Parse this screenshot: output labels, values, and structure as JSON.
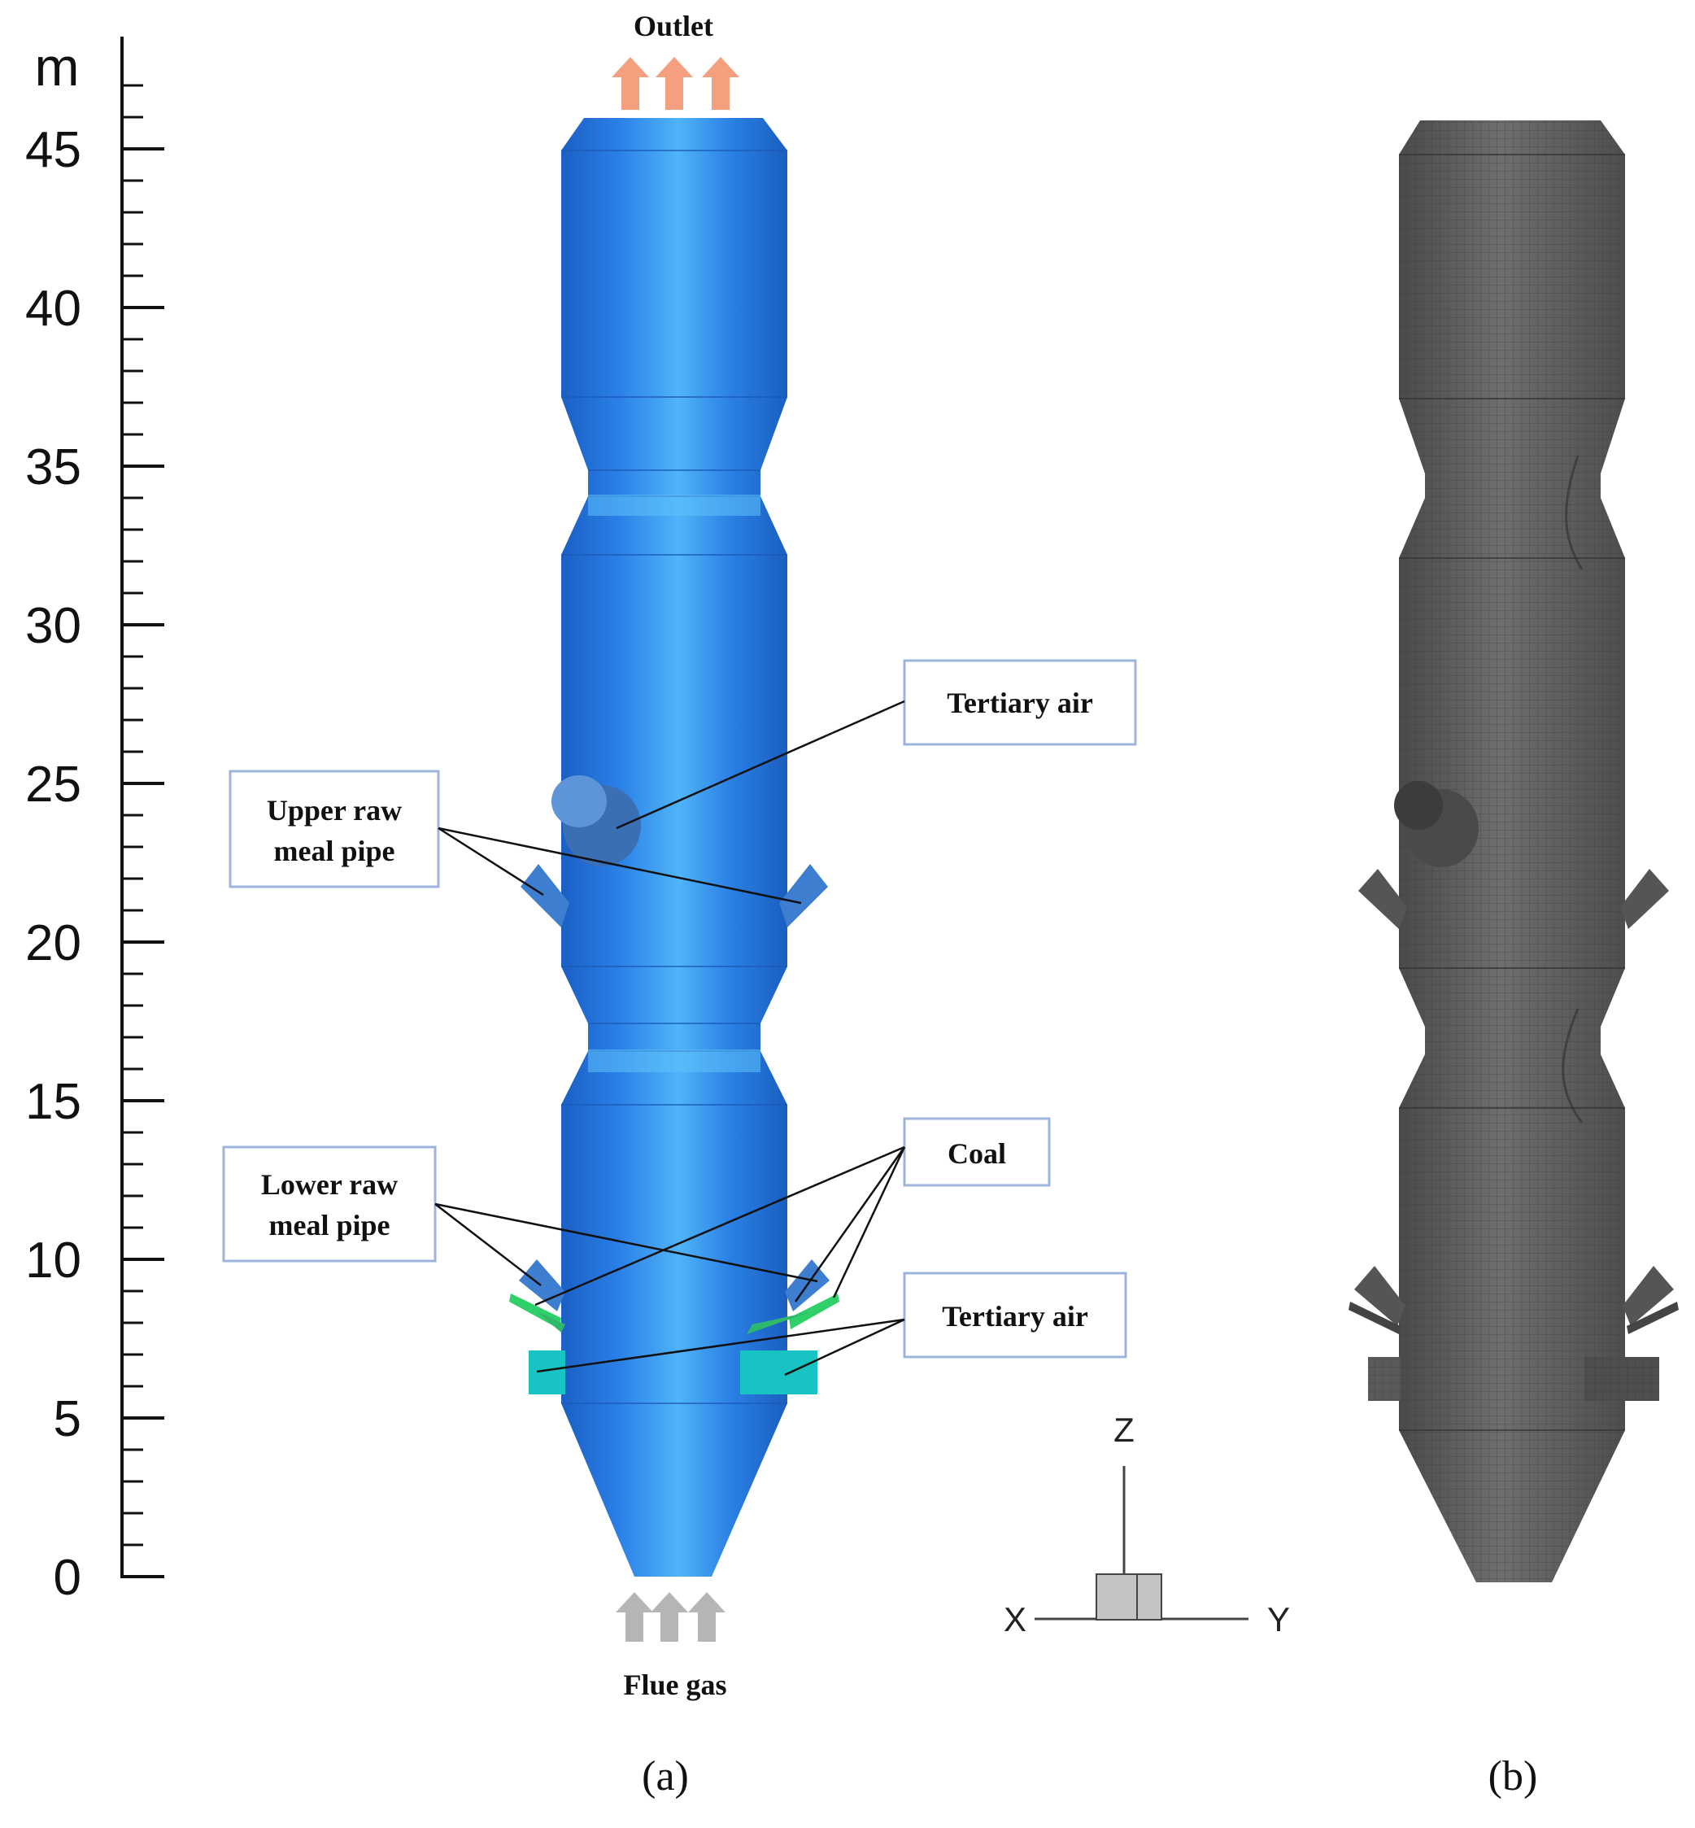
{
  "scale": {
    "unit": "m",
    "ticks": [
      "0",
      "5",
      "10",
      "15",
      "20",
      "25",
      "30",
      "35",
      "40",
      "45"
    ]
  },
  "flow": {
    "outlet": "Outlet",
    "inlet": "Flue gas"
  },
  "callouts": {
    "tertiary_air_upper": "Tertiary air",
    "upper_raw_meal_line1": "Upper raw",
    "upper_raw_meal_line2": "meal pipe",
    "coal": "Coal",
    "lower_raw_meal_line1": "Lower raw",
    "lower_raw_meal_line2": "meal pipe",
    "tertiary_air_lower": "Tertiary air"
  },
  "axes_triad": {
    "z": "Z",
    "x": "X",
    "y": "Y"
  },
  "panels": {
    "a": "(a)",
    "b": "(b)"
  },
  "colors": {
    "body_blue": "#2a7fe0",
    "pipe_blue": "#3d7cc4",
    "tertiary_cyan": "#17c3c3",
    "coal_green": "#2fd06a",
    "outlet_arrow": "#f4a07e",
    "inlet_arrow": "#b5b5b5",
    "mesh_gray": "#5c5c5c",
    "box_border": "#9db4dd"
  }
}
